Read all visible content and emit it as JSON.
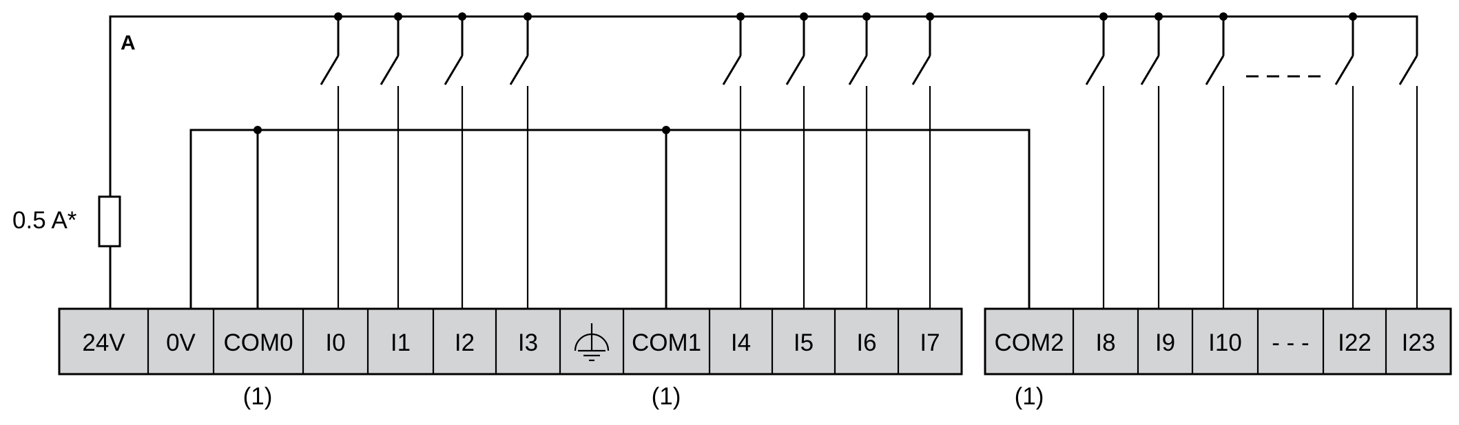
{
  "diagram": {
    "label_a": "A",
    "fuse_label": "0.5 A*",
    "dash_label": "- - - -",
    "note_labels": [
      "(1)",
      "(1)",
      "(1)"
    ],
    "terminal_fill": "#d3d4d6",
    "terminals": [
      "24V",
      "0V",
      "COM0",
      "I0",
      "I1",
      "I2",
      "I3",
      "ground",
      "COM1",
      "I4",
      "I5",
      "I6",
      "I7",
      "COM2",
      "I8",
      "I9",
      "I10",
      "- - -",
      "I22",
      "I23"
    ]
  }
}
